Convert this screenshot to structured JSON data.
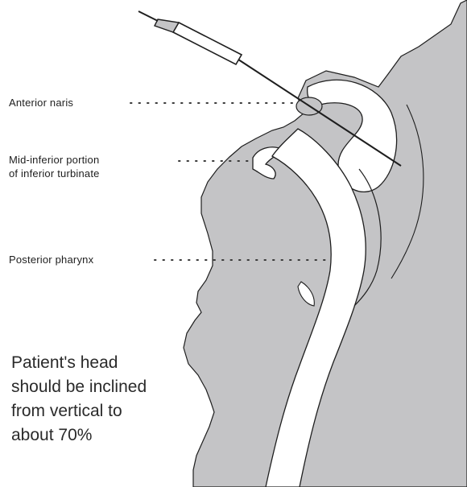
{
  "labels": {
    "anterior_naris": "Anterior naris",
    "turbinate_line1": "Mid-inferior portion",
    "turbinate_line2": "of inferior turbinate",
    "posterior_pharynx": "Posterior pharynx"
  },
  "note": {
    "line1": "Patient's head",
    "line2": "should be inclined",
    "line3": "from vertical to",
    "line4": "about 70%"
  },
  "colors": {
    "head_fill": "#c4c4c6",
    "outline": "#1e1e1e",
    "airway": "#ffffff"
  }
}
